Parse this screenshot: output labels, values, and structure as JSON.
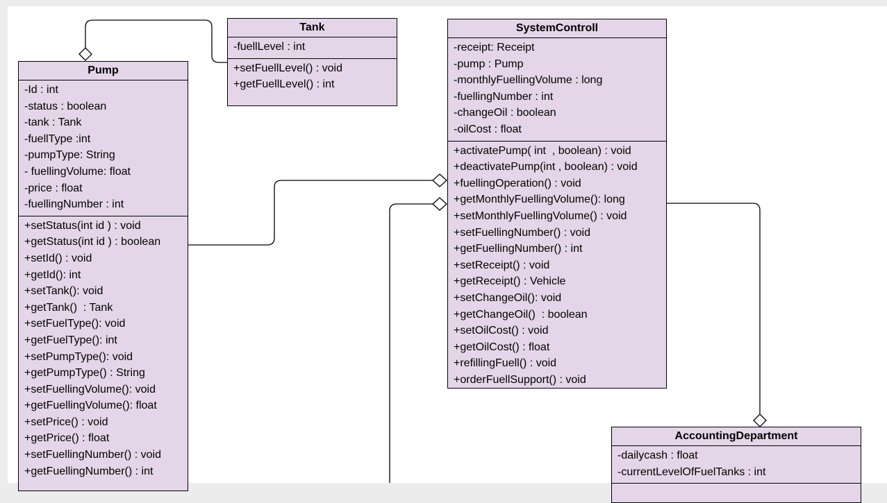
{
  "classes": {
    "tank": {
      "name": "Tank",
      "attributes": [
        "-fuellLevel : int"
      ],
      "methods": [
        "+setFuellLevel() : void",
        "+getFuellLevel() : int"
      ]
    },
    "system": {
      "name": "SystemControll",
      "attributes": [
        "-receipt: Receipt",
        "-pump : Pump",
        "-monthlyFuellingVolume : long",
        "-fuellingNumber : int",
        "-changeOil : boolean",
        "-oilCost : float"
      ],
      "methods": [
        "+activatePump( int  , boolean) : void",
        "+deactivatePump(int , boolean) : void",
        "+fuellingOperation() : void",
        "+getMonthlyFuellingVolume(): long",
        "+setMonthlyFuellingVolume() : void",
        "+setFuellingNumber() : void",
        "+getFuellingNumber() : int",
        "+setReceipt() : void",
        "+getReceipt() : Vehicle",
        "+setChangeOil(): void",
        "+getChangeOil()  : boolean",
        "+setOilCost() : void",
        "+getOilCost() : float",
        "+refillingFuell() : void",
        "+orderFuellSupport() : void"
      ]
    },
    "pump": {
      "name": "Pump",
      "attributes": [
        "-Id : int",
        "-status : boolean",
        "-tank : Tank",
        "-fuellType :int",
        "-pumpType: String",
        "- fuellingVolume: float",
        "-price : float",
        "-fuellingNumber : int"
      ],
      "methods": [
        "+setStatus(int id ) : void",
        "+getStatus(int id ) : boolean",
        "+setId() : void",
        "+getId(): int",
        "+setTank(): void",
        "+getTank()  : Tank",
        "+setFuelType(): void",
        "+getFuelType(): int",
        "+setPumpType(): void",
        "+getPumpType() : String",
        "+setFuellingVolume(): void",
        "+getFuellingVolume(): float",
        "+setPrice() : void",
        "+getPrice() : float",
        "+setFuellingNumber() : void",
        "+getFuellingNumber() : int"
      ]
    },
    "accounting": {
      "name": "AccountingDepartment",
      "attributes": [
        "-dailycash : float",
        "-currentLevelOfFuelTanks : int"
      ],
      "methods": []
    }
  },
  "colors": {
    "class_fill": "#e4d6e8",
    "border": "#000000",
    "canvas": "#ffffff",
    "background": "#ececec"
  }
}
